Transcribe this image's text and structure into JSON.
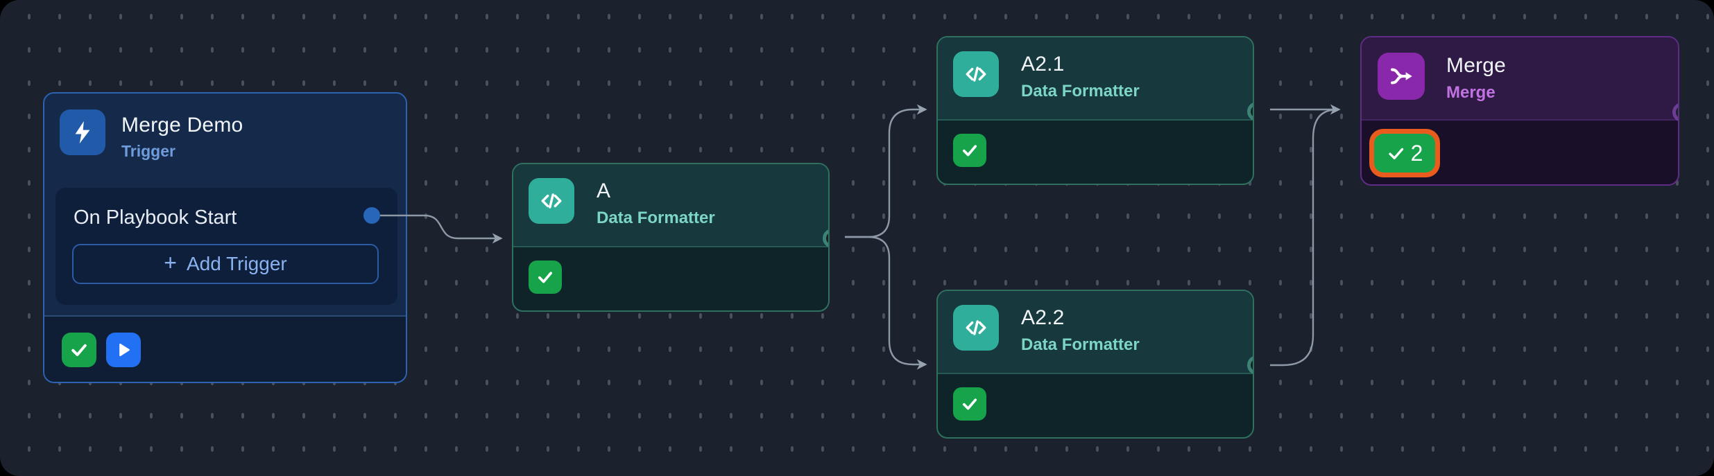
{
  "canvas": {
    "background": "#1c222d",
    "dot_color": "#49505e",
    "edge_color": "#8e99a7"
  },
  "trigger_node": {
    "title": "Merge Demo",
    "type_label": "Trigger",
    "trigger_row_label": "On Playbook Start",
    "add_trigger": {
      "plus": "+",
      "label": "Add Trigger"
    },
    "icon": "lightning-bolt-icon",
    "status_icons": [
      "check-icon",
      "play-icon"
    ],
    "colors": {
      "header": "#15294a",
      "footer": "#101e35",
      "border": "#2d63b2",
      "icon_bg": "#215aa8",
      "type_label": "#6f9cdb",
      "panel": "#0e1f3c",
      "port": "#2766b8",
      "add_button_border": "#2c5ca6",
      "add_button_text": "#8ab2ef",
      "success_green": "#16a34a",
      "run_blue": "#2270f4"
    }
  },
  "formatter_nodes": [
    {
      "id": "a",
      "title": "A",
      "subtitle": "Data Formatter",
      "icon": "code-icon",
      "status": "success"
    },
    {
      "id": "a2_1",
      "title": "A2.1",
      "subtitle": "Data Formatter",
      "icon": "code-icon",
      "status": "success"
    },
    {
      "id": "a2_2",
      "title": "A2.2",
      "subtitle": "Data Formatter",
      "icon": "code-icon",
      "status": "success"
    }
  ],
  "formatter_colors": {
    "header": "#17383d",
    "footer": "#0e2429",
    "border": "#30705f",
    "icon_bg": "#2fae9b",
    "subtitle": "#7dd6c5",
    "port_ring": "#3c8276",
    "success_green": "#16a34a"
  },
  "merge_node": {
    "title": "Merge",
    "subtitle": "Merge",
    "icon": "merge-icon",
    "badge_count": "2",
    "colors": {
      "header": "#2e1a44",
      "footer": "#1a0f28",
      "border": "#5f2c86",
      "icon_bg": "#8a28ab",
      "subtitle": "#c273e2",
      "port_ring": "#6b3d95",
      "badge_green": "#16a34a",
      "badge_highlight_ring": "#e95c1d"
    }
  },
  "connections": [
    {
      "from": "trigger.on-playbook-start",
      "to": "a"
    },
    {
      "from": "a",
      "to": "a2_1"
    },
    {
      "from": "a",
      "to": "a2_2"
    },
    {
      "from": "a2_1",
      "to": "merge"
    },
    {
      "from": "a2_2",
      "to": "merge"
    }
  ]
}
